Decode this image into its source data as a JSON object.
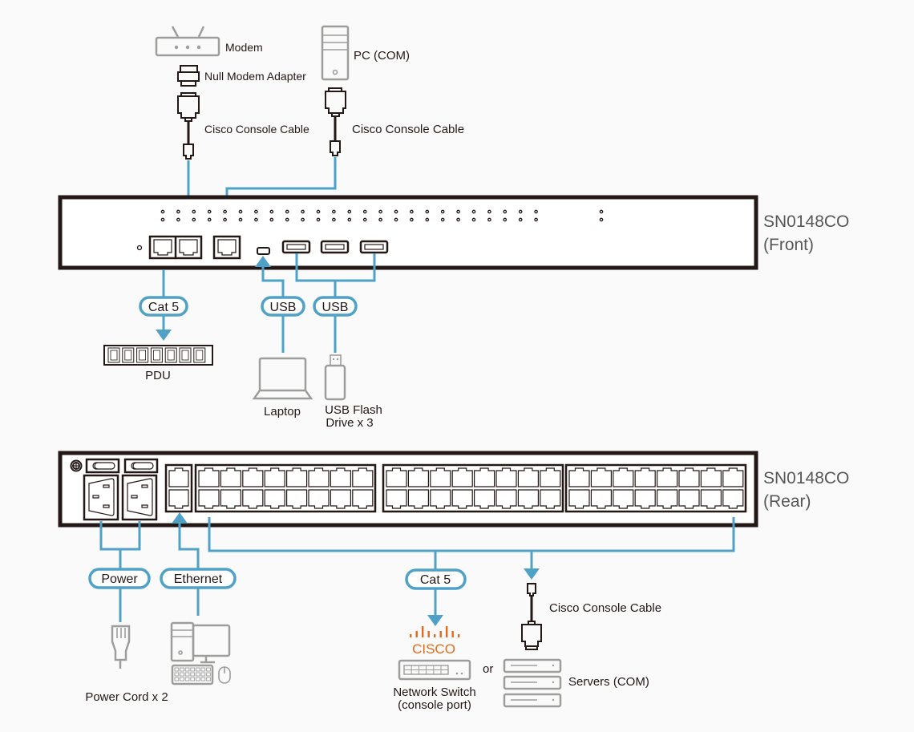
{
  "diagram": {
    "title": "SN0148CO connection diagram",
    "colors": {
      "cable": "#4fa1c8",
      "chassis": "#231815",
      "device_gray": "#9d9d9c",
      "cisco_orange": "#e16b1b",
      "background": "#fafafa"
    },
    "front": {
      "device_name": "SN0148CO",
      "view_label": "(Front)",
      "led_columns": 26,
      "top_devices": {
        "modem": "Modem",
        "null_modem_adapter": "Null Modem Adapter",
        "cisco_cable_left": "Cisco Console Cable",
        "pc": "PC (COM)",
        "cisco_cable_right": "Cisco Console Cable"
      },
      "bottom": {
        "cat5_label": "Cat 5",
        "pdu_label": "PDU",
        "usb_laptop_label": "USB",
        "usb_flash_label": "USB",
        "laptop_label": "Laptop",
        "flash_label_line1": "USB Flash",
        "flash_label_line2": "Drive x 3"
      }
    },
    "rear": {
      "device_name": "SN0148CO",
      "view_label": "(Rear)",
      "port_groups": 3,
      "ports_per_group": 16,
      "bottom": {
        "power_label": "Power",
        "ethernet_label": "Ethernet",
        "cat5_label": "Cat 5",
        "power_cord_label": "Power Cord x 2",
        "cisco_logo_text": "CISCO",
        "switch_line1": "Network Switch",
        "switch_line2": "(console port)",
        "or_label": "or",
        "cisco_cable_label": "Cisco Console Cable",
        "servers_label": "Servers (COM)"
      }
    }
  }
}
